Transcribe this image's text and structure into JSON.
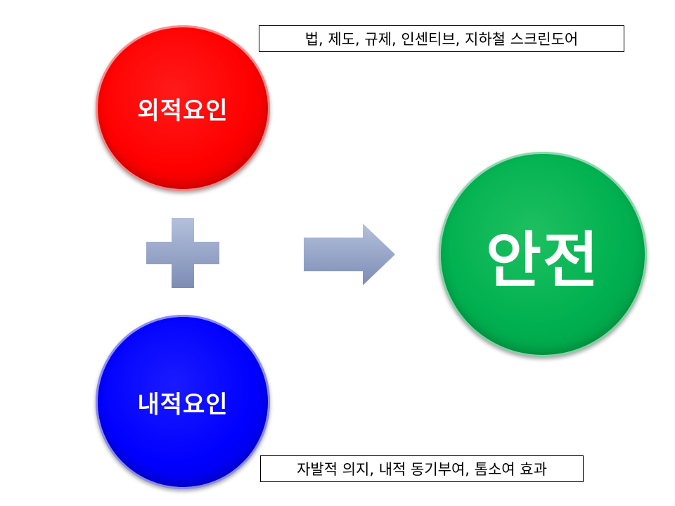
{
  "nodes": {
    "external": {
      "label": "외적요인",
      "color": "#ff0000"
    },
    "internal": {
      "label": "내적요인",
      "color": "#0000ff"
    },
    "result": {
      "label": "안전",
      "color": "#00b050"
    }
  },
  "notes": {
    "external": "법, 제도, 규제, 인센티브, 지하철 스크린도어",
    "internal": "자발적 의지, 내적 동기부여, 톰소여 효과"
  },
  "icons": {
    "plus": "plus-icon",
    "arrow": "arrow-right-icon",
    "connector_color": "#8c9cc0"
  }
}
